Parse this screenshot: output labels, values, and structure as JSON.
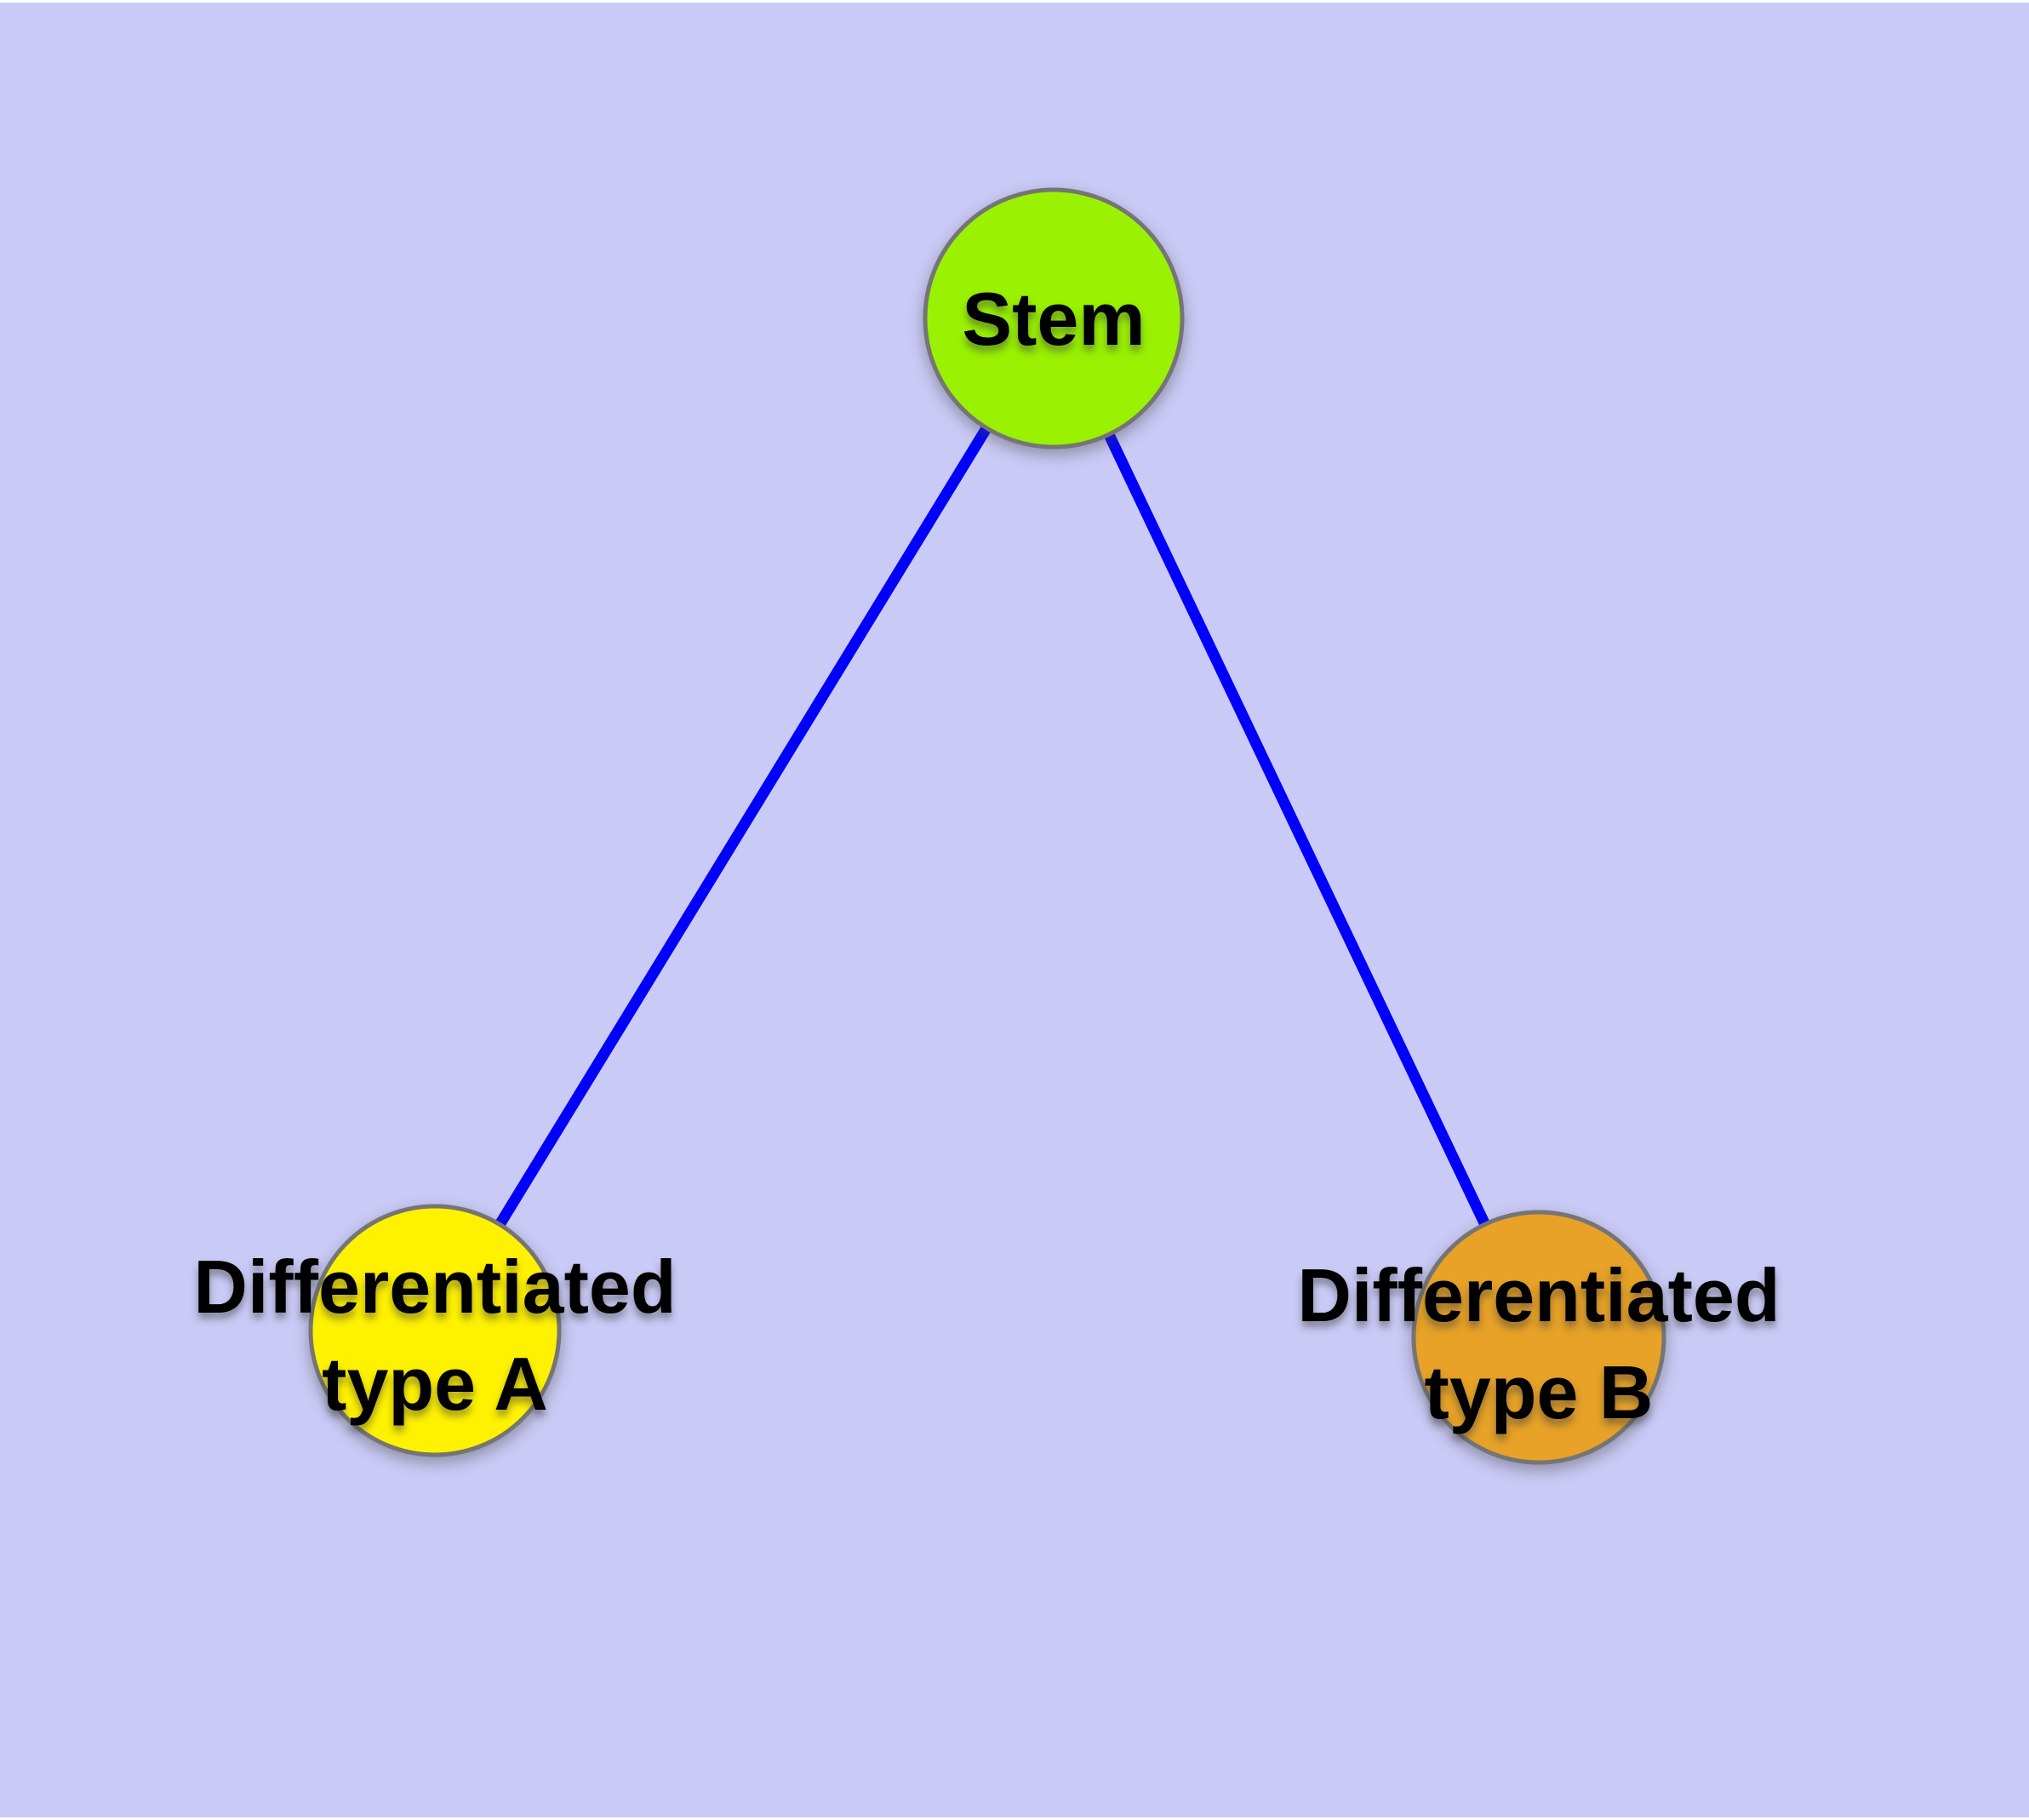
{
  "diagram": {
    "type": "graph",
    "description": "Stem cell differentiation tree: one stem node with two differentiated child types",
    "background_color": "#cacaf7",
    "page_margin_color": "#ffffff",
    "edge_color": "#0000fb",
    "node_border_color": "#757575",
    "label_color": "#000000",
    "nodes": [
      {
        "id": "stem",
        "label": "Stem",
        "fill": "#9af202"
      },
      {
        "id": "diff-a",
        "label": "Differentiated\ntype A",
        "fill": "#fff200"
      },
      {
        "id": "diff-b",
        "label": "Differentiated\ntype B",
        "fill": "#e7a227"
      }
    ],
    "edges": [
      {
        "from": "Stem",
        "to": "Differentiated type A"
      },
      {
        "from": "Stem",
        "to": "Differentiated type B"
      }
    ]
  }
}
